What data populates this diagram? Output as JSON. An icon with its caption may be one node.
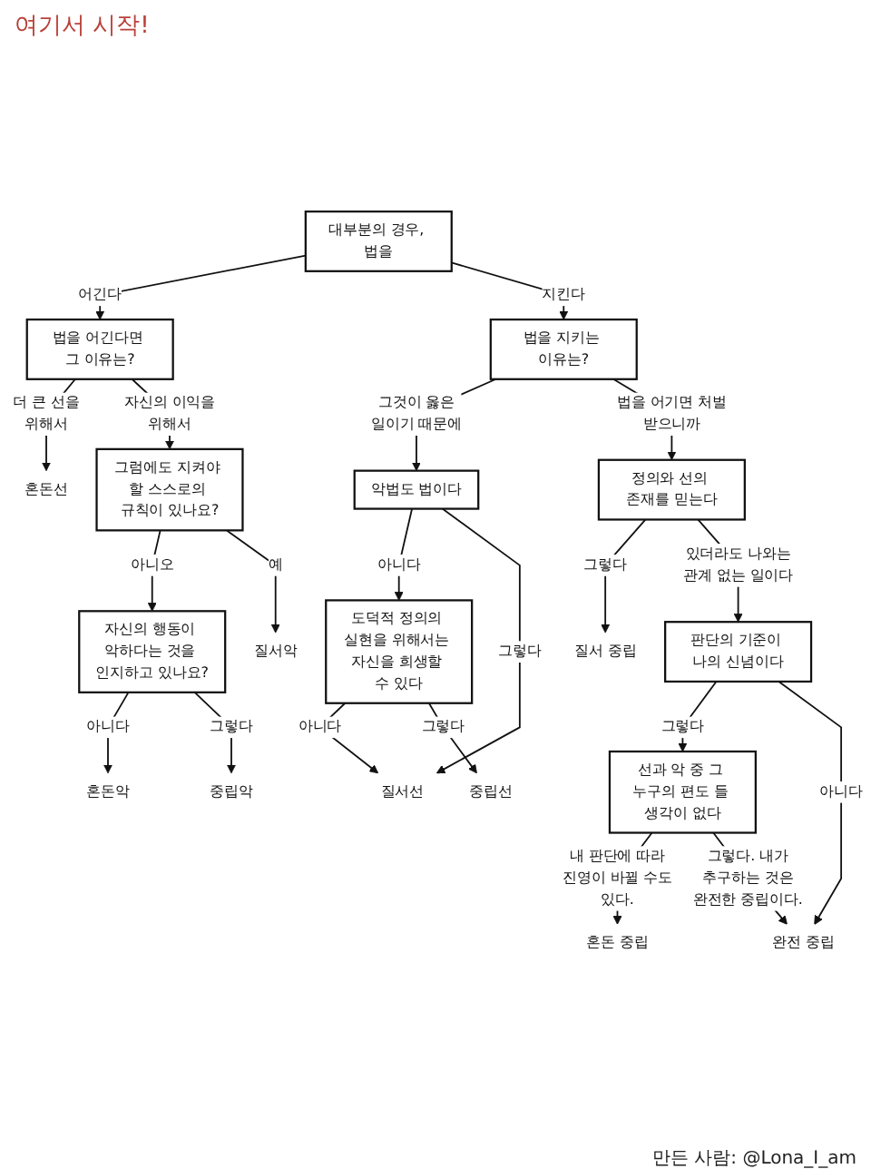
{
  "diagram": {
    "nodes": [
      {
        "text": [
          "대부분의 경우, 법을"
        ]
      },
      {
        "text": [
          "법을 어긴다면 그 이유는?"
        ]
      },
      {
        "text": [
          "혼돈선"
        ]
      },
      {
        "text": [
          "그럼에도 지켜야 할 스스로의 규칙이 있나요?"
        ]
      },
      {
        "text": [
          "법을 지키는 이유는?"
        ]
      },
      {
        "text": [
          "악법도 법이다"
        ]
      },
      {
        "text": [
          "도덕적 정의의 실현을 위해서는 자신을 희생할 수 있다"
        ]
      },
      {
        "text": [
          "질서악"
        ]
      },
      {
        "text": [
          "질서선"
        ]
      },
      {
        "text": [
          "정의와 선의 존재를 믿는다"
        ]
      },
      {
        "text": [
          "자신의 행동이 악하다는 것을 인지하고 있나요?"
        ]
      },
      {
        "text": [
          "중립선"
        ]
      },
      {
        "text": [
          "혼돈악"
        ]
      },
      {
        "text": [
          "질서 중립"
        ]
      },
      {
        "text": [
          "중립악"
        ]
      },
      {
        "text": [
          "판단의 기준이 나의 신념이다"
        ]
      },
      {
        "text": [
          "선과 악 중 그 누구의 편도 들 생각이 없다"
        ]
      },
      {
        "text": [
          "완전 중립"
        ]
      },
      {
        "text": [
          "혼돈 중립"
        ]
      }
    ],
    "edges": [
      {
        "from": 0,
        "to": 1,
        "arrow": "to",
        "label": "어긴다"
      },
      {
        "from": 0,
        "to": 4,
        "arrow": "to",
        "label": "지킨다"
      },
      {
        "from": 1,
        "to": 2,
        "arrow": "to",
        "label": "더 큰 선을 위해서"
      },
      {
        "from": 1,
        "to": 3,
        "arrow": "to",
        "label": "자신의 이익을 위해서"
      },
      {
        "from": 4,
        "to": 5,
        "arrow": "to",
        "label": "그것이 옳은 일이기 때문에"
      },
      {
        "from": 4,
        "to": 9,
        "arrow": "to",
        "label": "법을 어기면 처벌 받으니까"
      },
      {
        "from": 3,
        "to": 10,
        "arrow": "to",
        "label": "아니오"
      },
      {
        "from": 3,
        "to": 7,
        "arrow": "to",
        "label": "예"
      },
      {
        "from": 5,
        "to": 6,
        "arrow": "to",
        "label": "아니다"
      },
      {
        "from": 5,
        "to": 8,
        "arrow": "to",
        "label": "그렇다"
      },
      {
        "from": 6,
        "to": 8,
        "arrow": "to",
        "label": "아니다"
      },
      {
        "from": 6,
        "to": 11,
        "arrow": "to",
        "label": "그렇다"
      },
      {
        "from": 9,
        "to": 13,
        "arrow": "to",
        "label": "그렇다"
      },
      {
        "from": 9,
        "to": 15,
        "arrow": "to",
        "label": "있더라도 나와는 관계 없는 일이다"
      },
      {
        "from": 10,
        "to": 12,
        "arrow": "to",
        "label": "아니다"
      },
      {
        "from": 10,
        "to": 14,
        "arrow": "to",
        "label": "그렇다"
      },
      {
        "from": 15,
        "to": 16,
        "arrow": "to",
        "label": "그렇다"
      },
      {
        "from": 15,
        "to": 17,
        "arrow": "to",
        "label": "아니다"
      },
      {
        "from": 16,
        "to": 18,
        "arrow": "to",
        "label": "내 판단에 따라 진영이 바뀔 수도 있다."
      },
      {
        "from": 16,
        "to": 17,
        "arrow": "to",
        "label": "그렇다. 내가 추구하는 것은 완전한 중립이다."
      }
    ],
    "labels": [
      "여기서 시작!",
      "만든 사람: @Lona_I_am"
    ]
  }
}
